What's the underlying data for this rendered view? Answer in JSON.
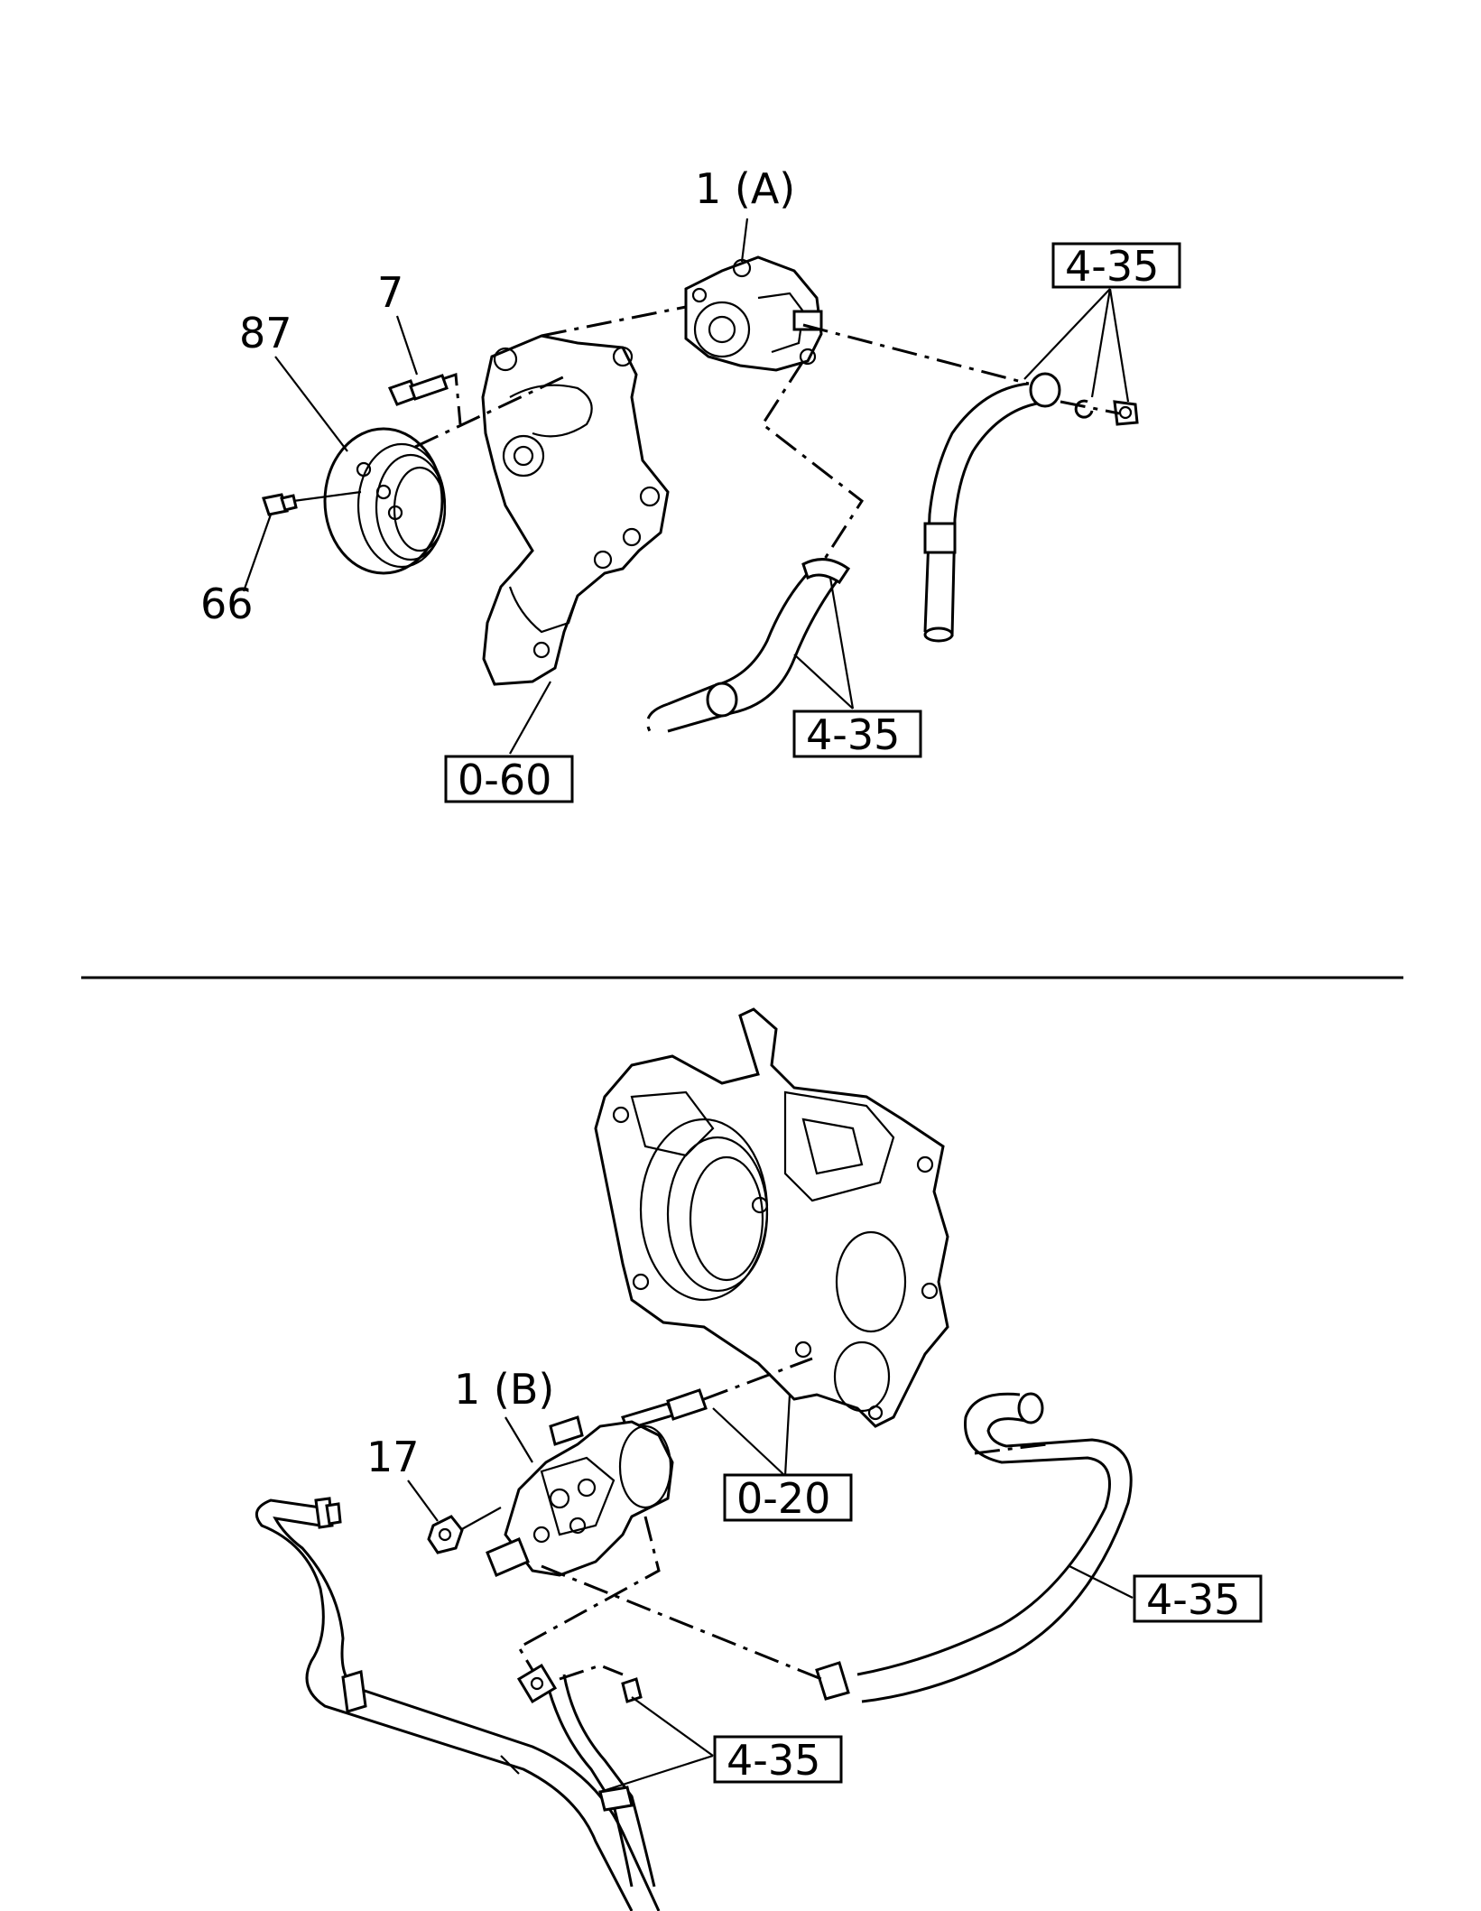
{
  "top_panel": {
    "labels": {
      "pump_a": "1 (A)",
      "bolt": "7",
      "pulley": "87",
      "plug": "66"
    },
    "refs": {
      "hose_right": "4-35",
      "hose_lower": "4-35",
      "bracket": "0-60"
    }
  },
  "bottom_panel": {
    "labels": {
      "pump_b": "1 (B)",
      "nut": "17"
    },
    "refs": {
      "stud": "0-20",
      "hose_right": "4-35",
      "pipe_lower": "4-35"
    }
  }
}
